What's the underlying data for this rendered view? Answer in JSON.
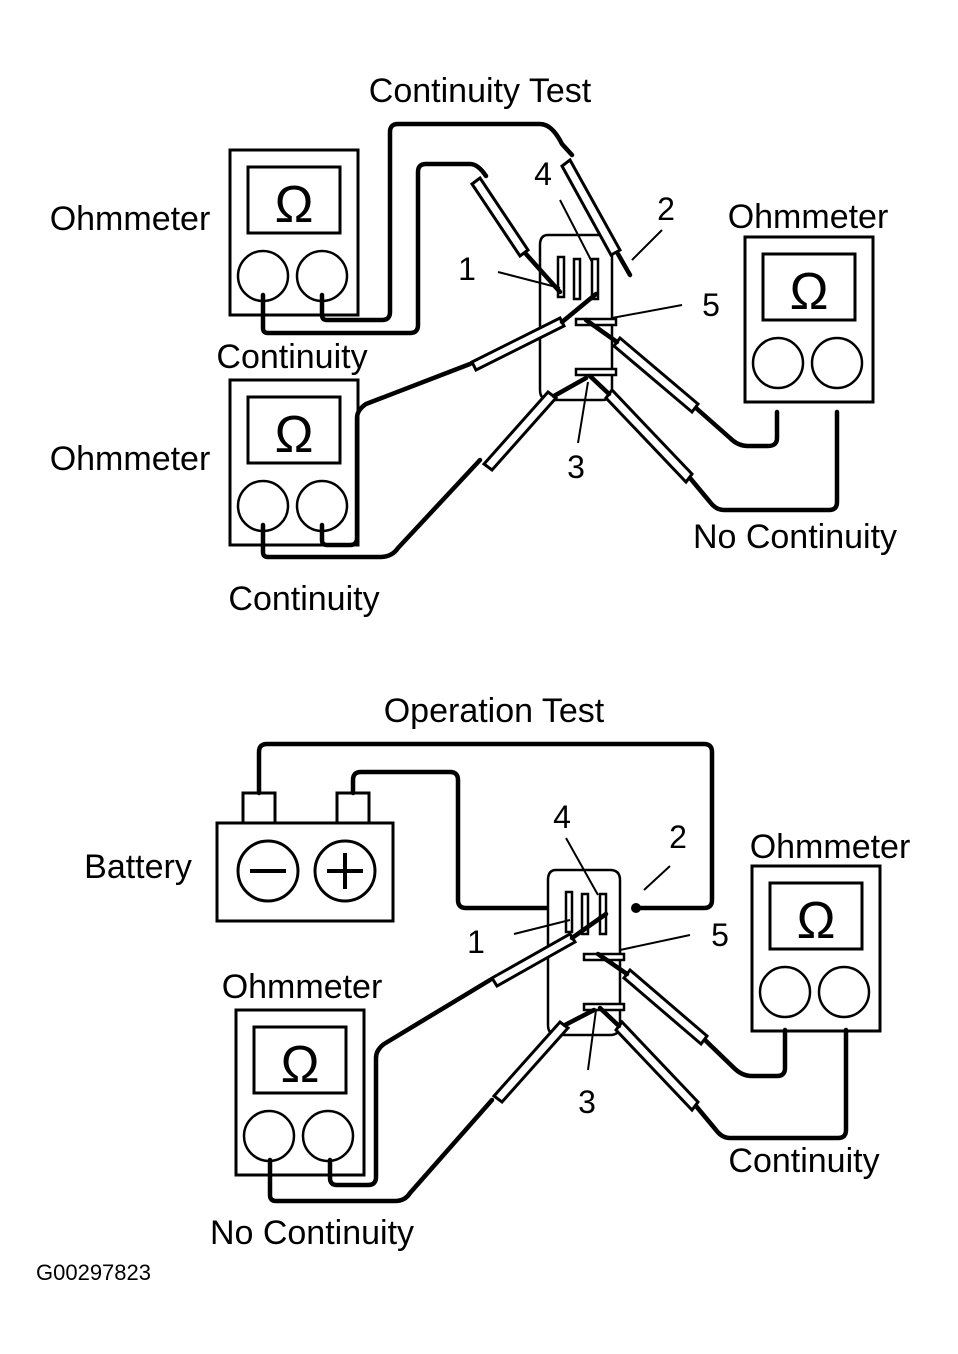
{
  "figure_code": "G00297823",
  "colors": {
    "ink": "#000000",
    "background": "#ffffff"
  },
  "continuity_test": {
    "title": "Continuity Test",
    "relay_terminals": [
      "1",
      "2",
      "3",
      "4",
      "5"
    ],
    "meters": [
      {
        "label": "Ohmmeter",
        "icon": "omega-icon",
        "result": "Continuity",
        "terminals": "1-2"
      },
      {
        "label": "Ohmmeter",
        "icon": "omega-icon",
        "result": "Continuity",
        "terminals": "3-4"
      },
      {
        "label": "Ohmmeter",
        "icon": "omega-icon",
        "result": "No Continuity",
        "terminals": "3-5"
      }
    ]
  },
  "operation_test": {
    "title": "Operation Test",
    "battery": {
      "label": "Battery",
      "negative_symbol": "−",
      "positive_symbol": "+"
    },
    "relay_terminals": [
      "1",
      "2",
      "3",
      "4",
      "5"
    ],
    "meters": [
      {
        "label": "Ohmmeter",
        "icon": "omega-icon",
        "result": "No Continuity",
        "terminals": "3-4"
      },
      {
        "label": "Ohmmeter",
        "icon": "omega-icon",
        "result": "Continuity",
        "terminals": "3-5"
      }
    ]
  },
  "symbols": {
    "omega": "Ω"
  }
}
